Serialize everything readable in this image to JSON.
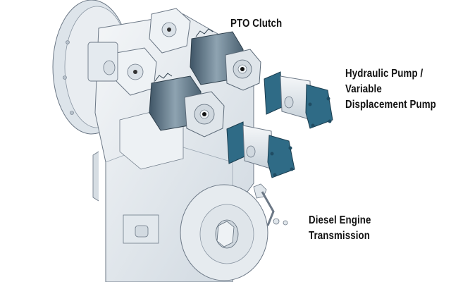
{
  "diagram": {
    "subject": "Diesel engine transmission with PTO clutches and hydraulic pumps",
    "colors": {
      "background": "#ffffff",
      "housing": "#e9edf1",
      "housing_shade": "#c9d3dc",
      "outline": "#6c7886",
      "clutch": "#6f8593",
      "clutch_dark": "#45596a",
      "pump_blue": "#2f6b86",
      "pump_blue_dark": "#1f4c63",
      "pump_body": "#dfe5ea",
      "label_text": "#111111"
    },
    "labels": [
      {
        "id": "pto-clutch",
        "lines": [
          "PTO Clutch"
        ]
      },
      {
        "id": "hydraulic-pump",
        "lines": [
          "Hydraulic Pump /",
          "Variable",
          "Displacement Pump"
        ]
      },
      {
        "id": "transmission",
        "lines": [
          "Diesel Engine",
          "Transmission"
        ]
      }
    ]
  }
}
